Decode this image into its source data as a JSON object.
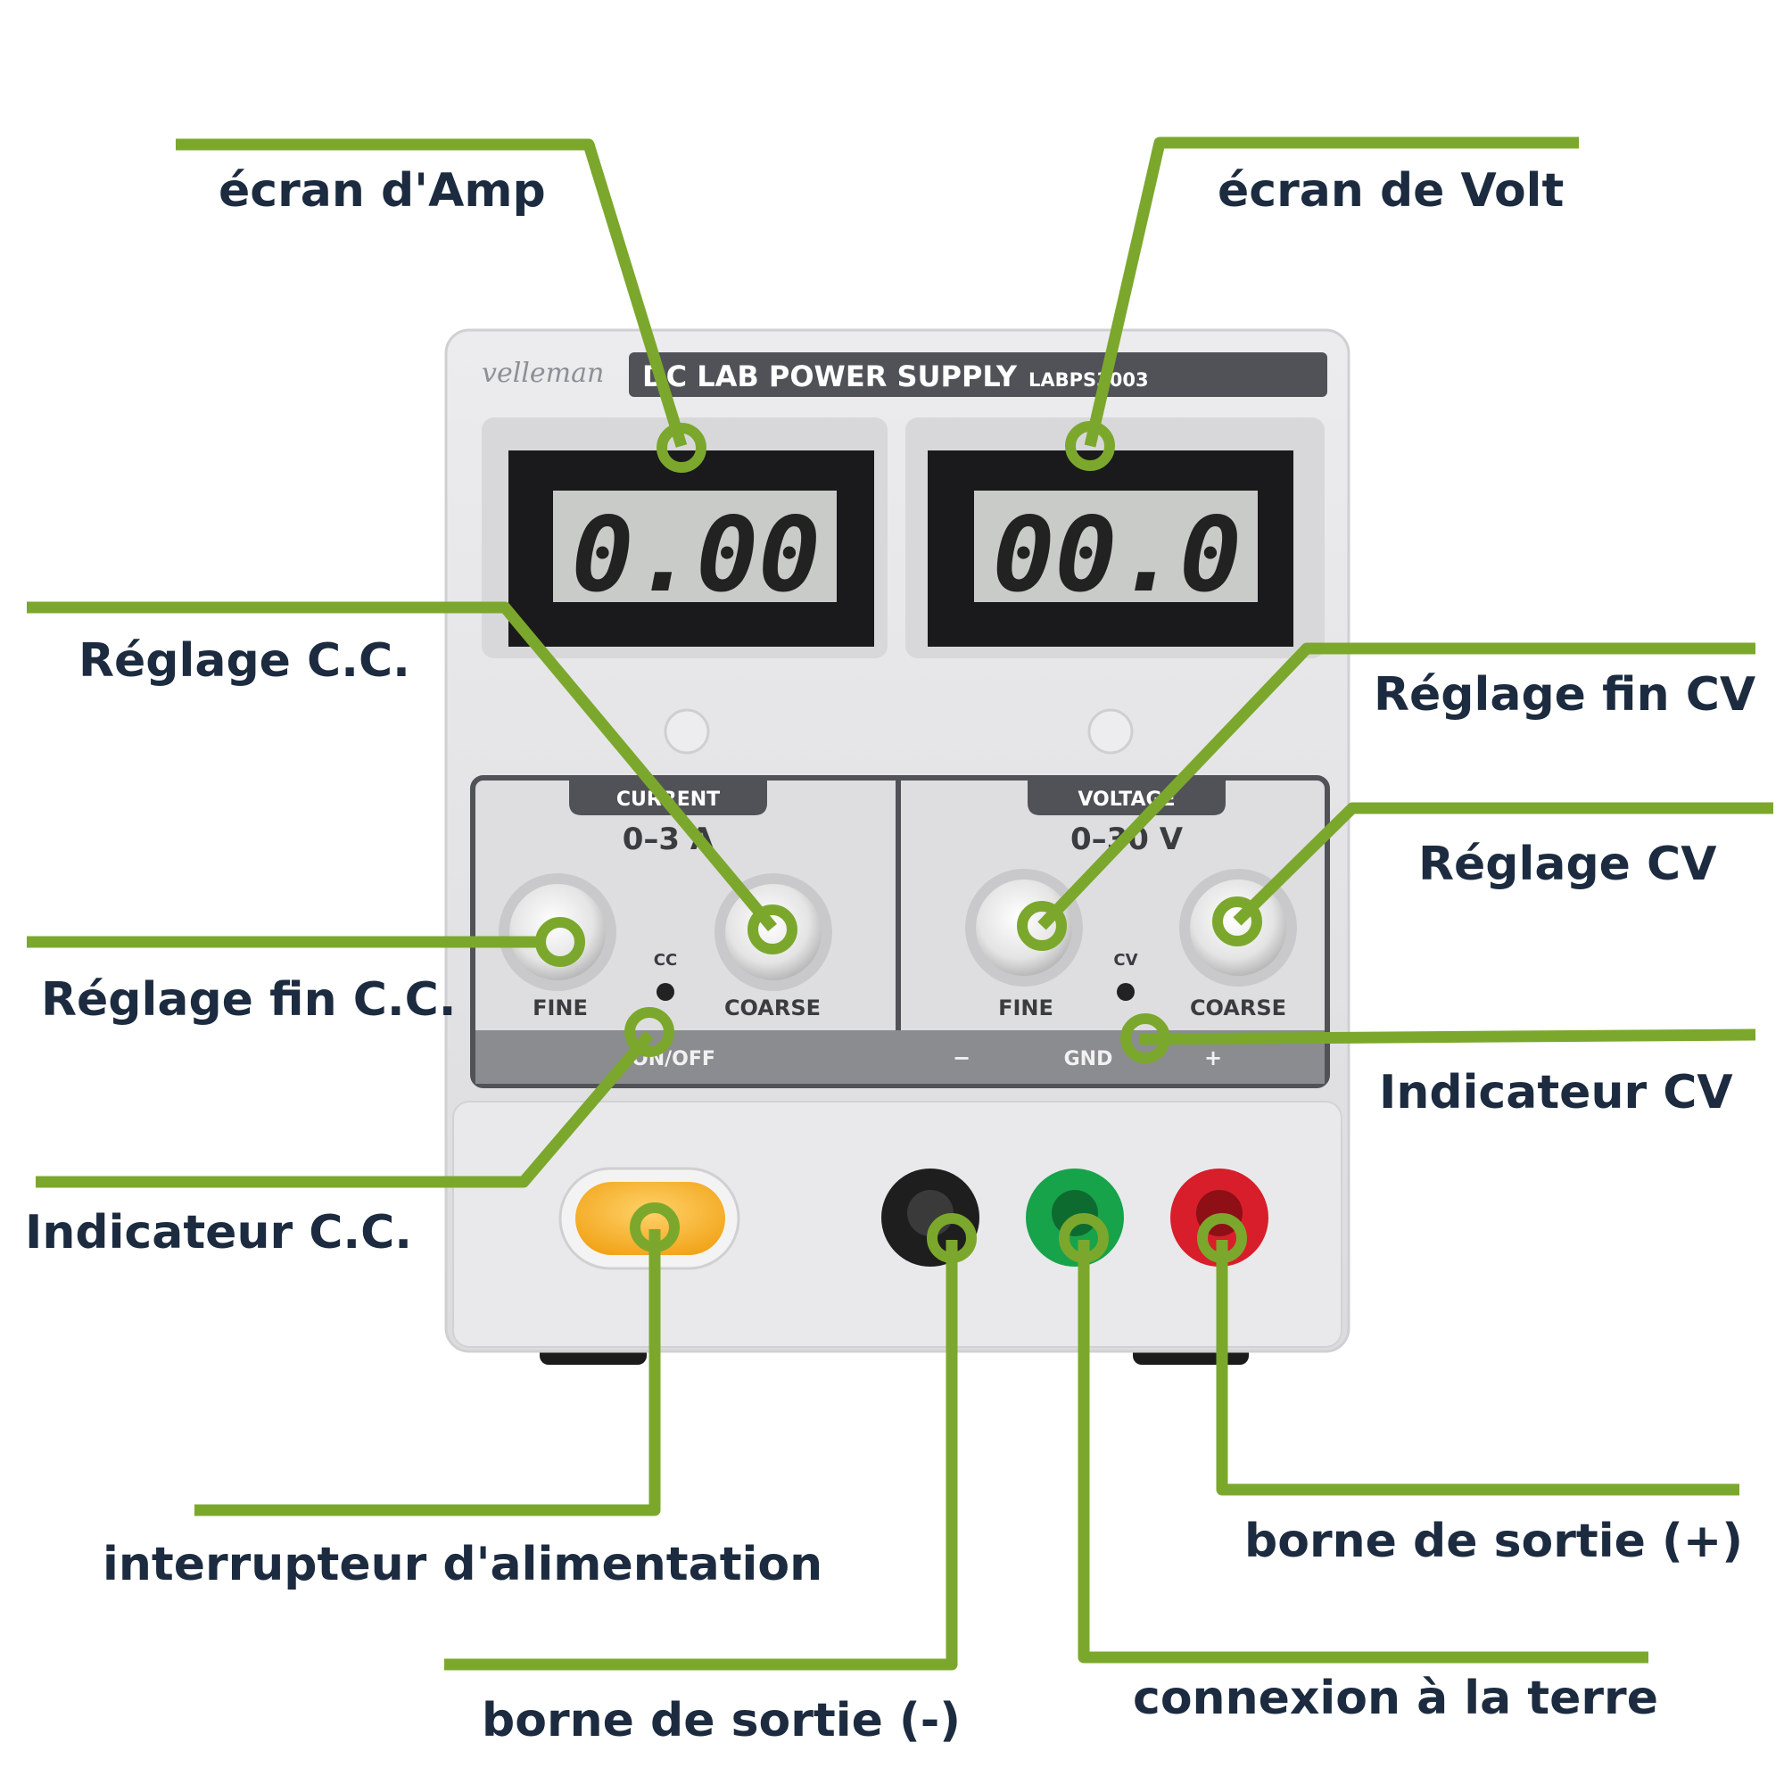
{
  "colors": {
    "leader": "#7ba82c",
    "label": "#1c2b3f",
    "panel": "#e6e6e8",
    "lcd": "#c9cbc8",
    "dark": "#1a1a1c",
    "band": "#8a8c90",
    "power_button": "#f2a51a",
    "terminal_black": "#1e1e1e",
    "terminal_green": "#17a34a",
    "terminal_red": "#d81e2a"
  },
  "device": {
    "brand": "velleman",
    "title": "DC LAB POWER SUPPLY",
    "model": "LABPS3003",
    "amp_display": "0.00",
    "volt_display": "00.0",
    "current": {
      "tab": "CURRENT",
      "range": "0–3 A",
      "fine": "FINE",
      "coarse": "COARSE",
      "indicator": "CC"
    },
    "voltage": {
      "tab": "VOLTAGE",
      "range": "0–30 V",
      "fine": "FINE",
      "coarse": "COARSE",
      "indicator": "CV"
    },
    "bottom": {
      "power": "ON/OFF",
      "minus": "−",
      "gnd": "GND",
      "plus": "+"
    }
  },
  "callouts": {
    "amp_screen": "écran d'Amp",
    "volt_screen": "écran de Volt",
    "cc_adjust": "Réglage C.C.",
    "cv_fine_adjust": "Réglage fin CV",
    "cv_adjust": "Réglage CV",
    "cc_fine_adjust": "Réglage fin C.C.",
    "cv_indicator": "Indicateur CV",
    "cc_indicator": "Indicateur C.C.",
    "power_switch": "interrupteur d'alimentation",
    "output_plus": "borne de sortie (+)",
    "output_minus": "borne de sortie (-)",
    "ground": "connexion à la terre"
  }
}
